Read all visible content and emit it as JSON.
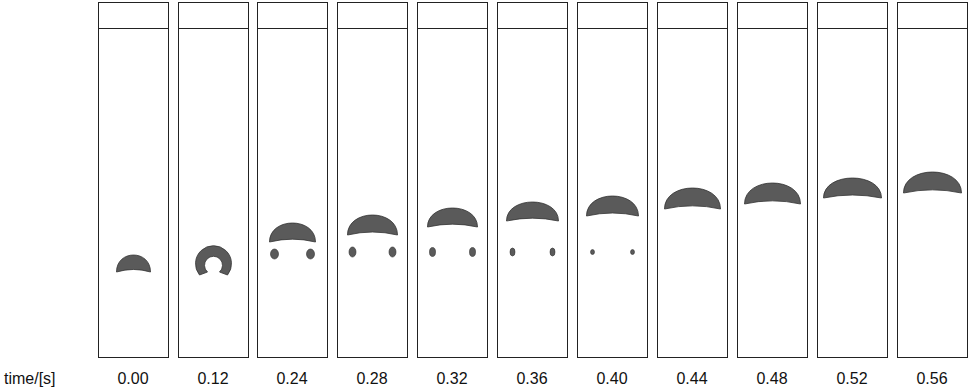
{
  "diagram": {
    "labels": [
      "time/[s]",
      "0.00",
      "0.12",
      "0.24",
      "0.28",
      "0.32",
      "0.36",
      "0.40",
      "0.44",
      "0.48",
      "0.52",
      "0.56"
    ]
  }
}
